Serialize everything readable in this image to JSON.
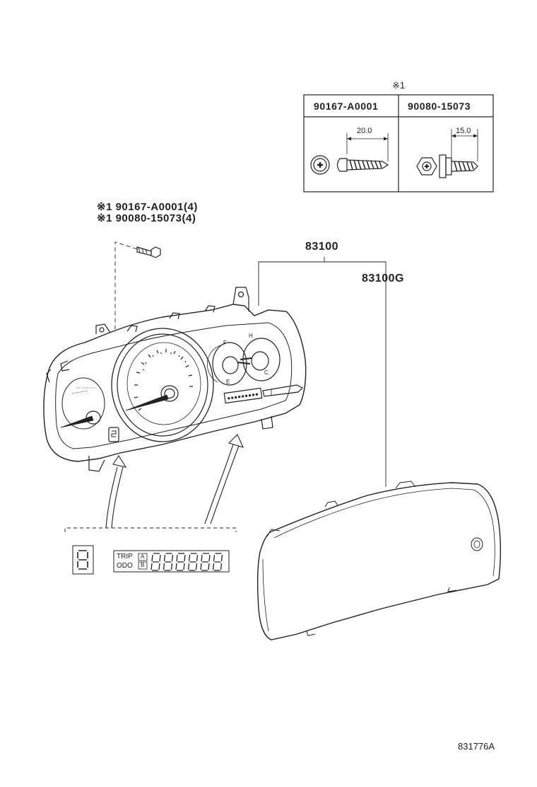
{
  "table": {
    "marker": "※1",
    "columns": [
      {
        "part_no": "90167-A0001",
        "dimension": "20.0"
      },
      {
        "part_no": "90080-15073",
        "dimension": "15.0"
      }
    ]
  },
  "fasteners": {
    "lines": [
      "※1 90167-A0001(4)",
      "※1 90080-15073(4)"
    ]
  },
  "callouts": {
    "meter_assy": "83100",
    "meter_glass": "83100G"
  },
  "display_detail": {
    "trip": "TRIP",
    "odo": "ODO",
    "a": "A",
    "b": "B"
  },
  "gauge_letters": {
    "fuel_full": "F",
    "fuel_empty": "E",
    "temp_hot": "H",
    "temp_cold": "C"
  },
  "figure_ref": "831776A"
}
